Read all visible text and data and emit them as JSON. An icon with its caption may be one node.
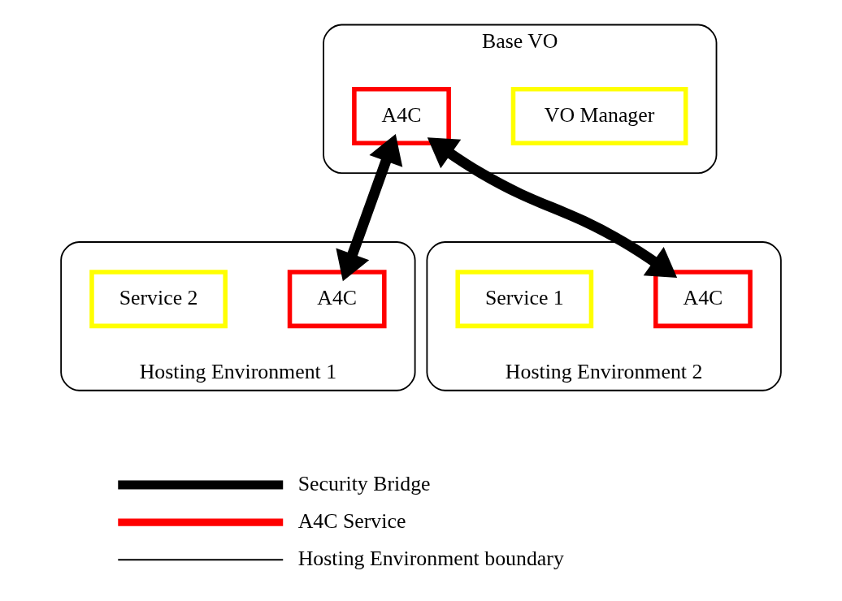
{
  "diagram": {
    "nodes": [
      {
        "text": [
          "Base VO"
        ]
      },
      {
        "text": [
          "VO Manager"
        ],
        "in": 0
      },
      {
        "text": [
          "A4C"
        ],
        "in": 0
      },
      {
        "text": [
          "Hosting Environment 1"
        ]
      },
      {
        "text": [
          "A4C"
        ],
        "in": 3
      },
      {
        "text": [
          "Service 2"
        ],
        "in": 3
      },
      {
        "text": [
          "Hosting Environment 2"
        ]
      },
      {
        "text": [
          "A4C"
        ],
        "in": 6
      },
      {
        "text": [
          "Service 1"
        ],
        "in": 6
      }
    ],
    "edges": [
      {
        "from": 2,
        "to": 4,
        "arrow": "both"
      },
      {
        "from": 2,
        "to": 7,
        "arrow": "both"
      }
    ],
    "legend": [
      {
        "text": "Security Bridge"
      },
      {
        "text": "A4C Service"
      },
      {
        "text": "Hosting Environment boundary"
      }
    ]
  }
}
